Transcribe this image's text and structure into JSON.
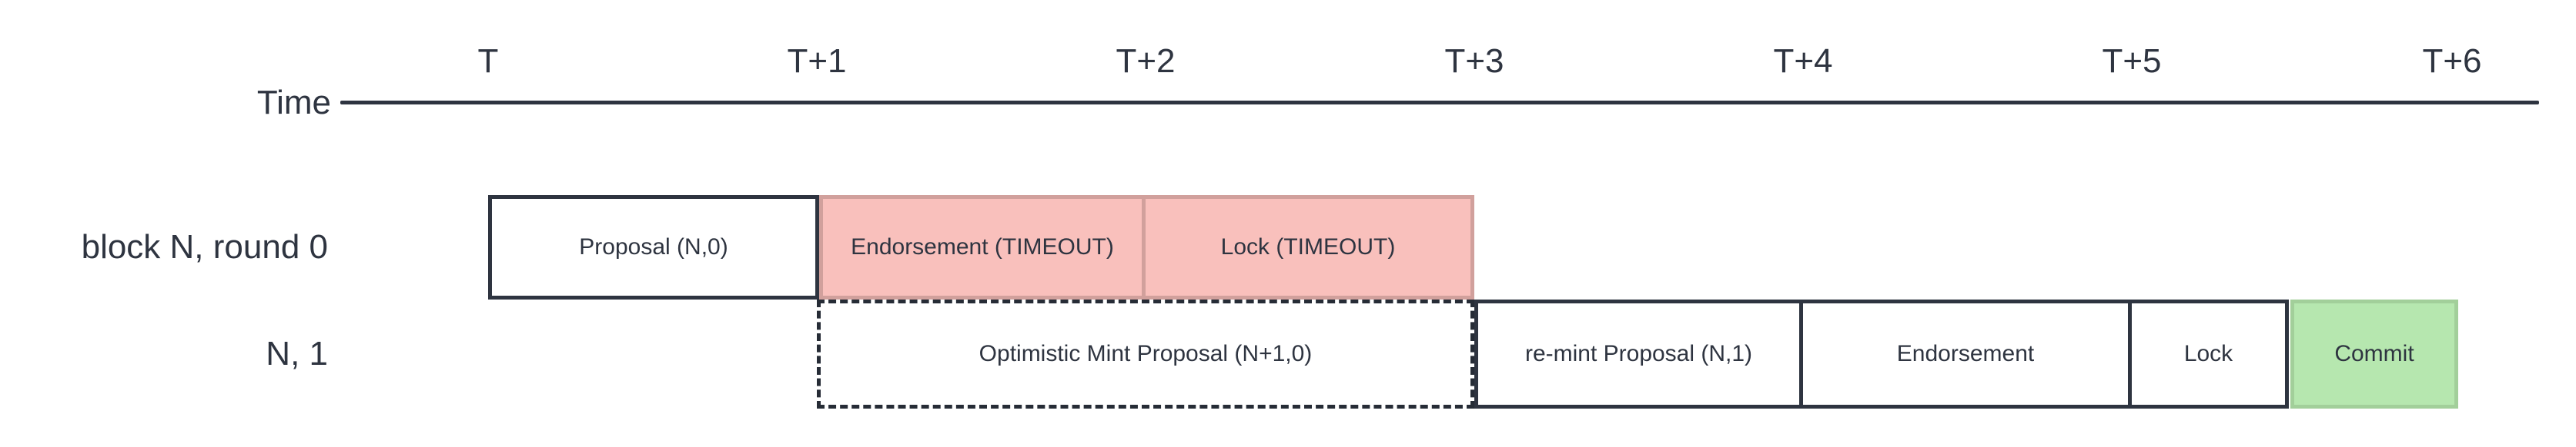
{
  "axis": {
    "label": "Time",
    "ticks": [
      "T",
      "T+1",
      "T+2",
      "T+3",
      "T+4",
      "T+5",
      "T+6"
    ]
  },
  "rows": [
    {
      "label": "block N, round 0",
      "boxes": [
        {
          "label": "Proposal (N,0)",
          "style": "normal",
          "span": "T to T+1"
        },
        {
          "label": "Endorsement (TIMEOUT)",
          "style": "timeout",
          "span": "T+1 to T+2"
        },
        {
          "label": "Lock (TIMEOUT)",
          "style": "timeout",
          "span": "T+2 to T+3"
        }
      ]
    },
    {
      "label": "N, 1",
      "boxes": [
        {
          "label": "Optimistic Mint Proposal (N+1,0)",
          "style": "dashed",
          "span": "T+1 to T+3"
        },
        {
          "label": "re-mint Proposal (N,1)",
          "style": "normal",
          "span": "T+3 to T+4"
        },
        {
          "label": "Endorsement",
          "style": "normal",
          "span": "T+4 to T+5"
        },
        {
          "label": "Lock",
          "style": "normal",
          "span": "T+5 to T+5.5"
        },
        {
          "label": "Commit",
          "style": "commit",
          "span": "T+5.5 to T+6"
        }
      ]
    }
  ],
  "colors": {
    "ink": "#2e3440",
    "timeout_fill": "#f9c0bc",
    "timeout_border": "#d1a09c",
    "commit_fill": "#b6e7af",
    "commit_border": "#a2cf9a",
    "background": "#ffffff"
  }
}
